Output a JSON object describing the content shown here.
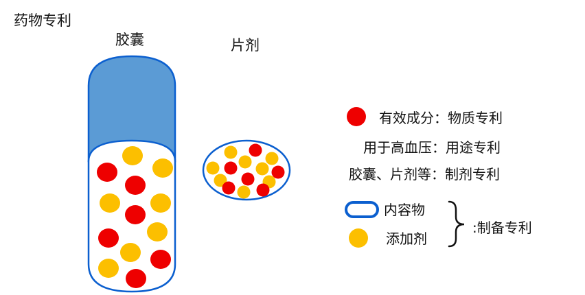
{
  "title": "药物专利",
  "capsule_label": "胶囊",
  "tablet_label": "片剂",
  "legend": {
    "active_ingredient": "有效成分：物质专利",
    "use_patent": "用于高血压：用途专利",
    "form_patent": "胶囊、片剂等：制剂专利",
    "content": "内容物",
    "additive": "添加剂",
    "prep_patent": ":制备专利"
  },
  "colors": {
    "active_ingredient": "#ee0000",
    "additive": "#fcbf00",
    "capsule_cap": "#5b9bd5",
    "outline": "#0b5fcf"
  }
}
